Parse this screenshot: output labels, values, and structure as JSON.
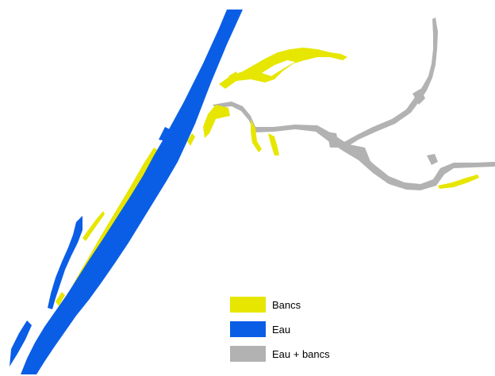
{
  "colors": {
    "bancs": "#e6e600",
    "eau": "#0a5ee6",
    "eau_bancs": "#b2b2b2",
    "background": "#ffffff"
  },
  "legend": {
    "items": [
      {
        "label": "Bancs",
        "color_key": "bancs"
      },
      {
        "label": "Eau",
        "color_key": "eau"
      },
      {
        "label": "Eau + bancs",
        "color_key": "eau_bancs"
      }
    ]
  }
}
